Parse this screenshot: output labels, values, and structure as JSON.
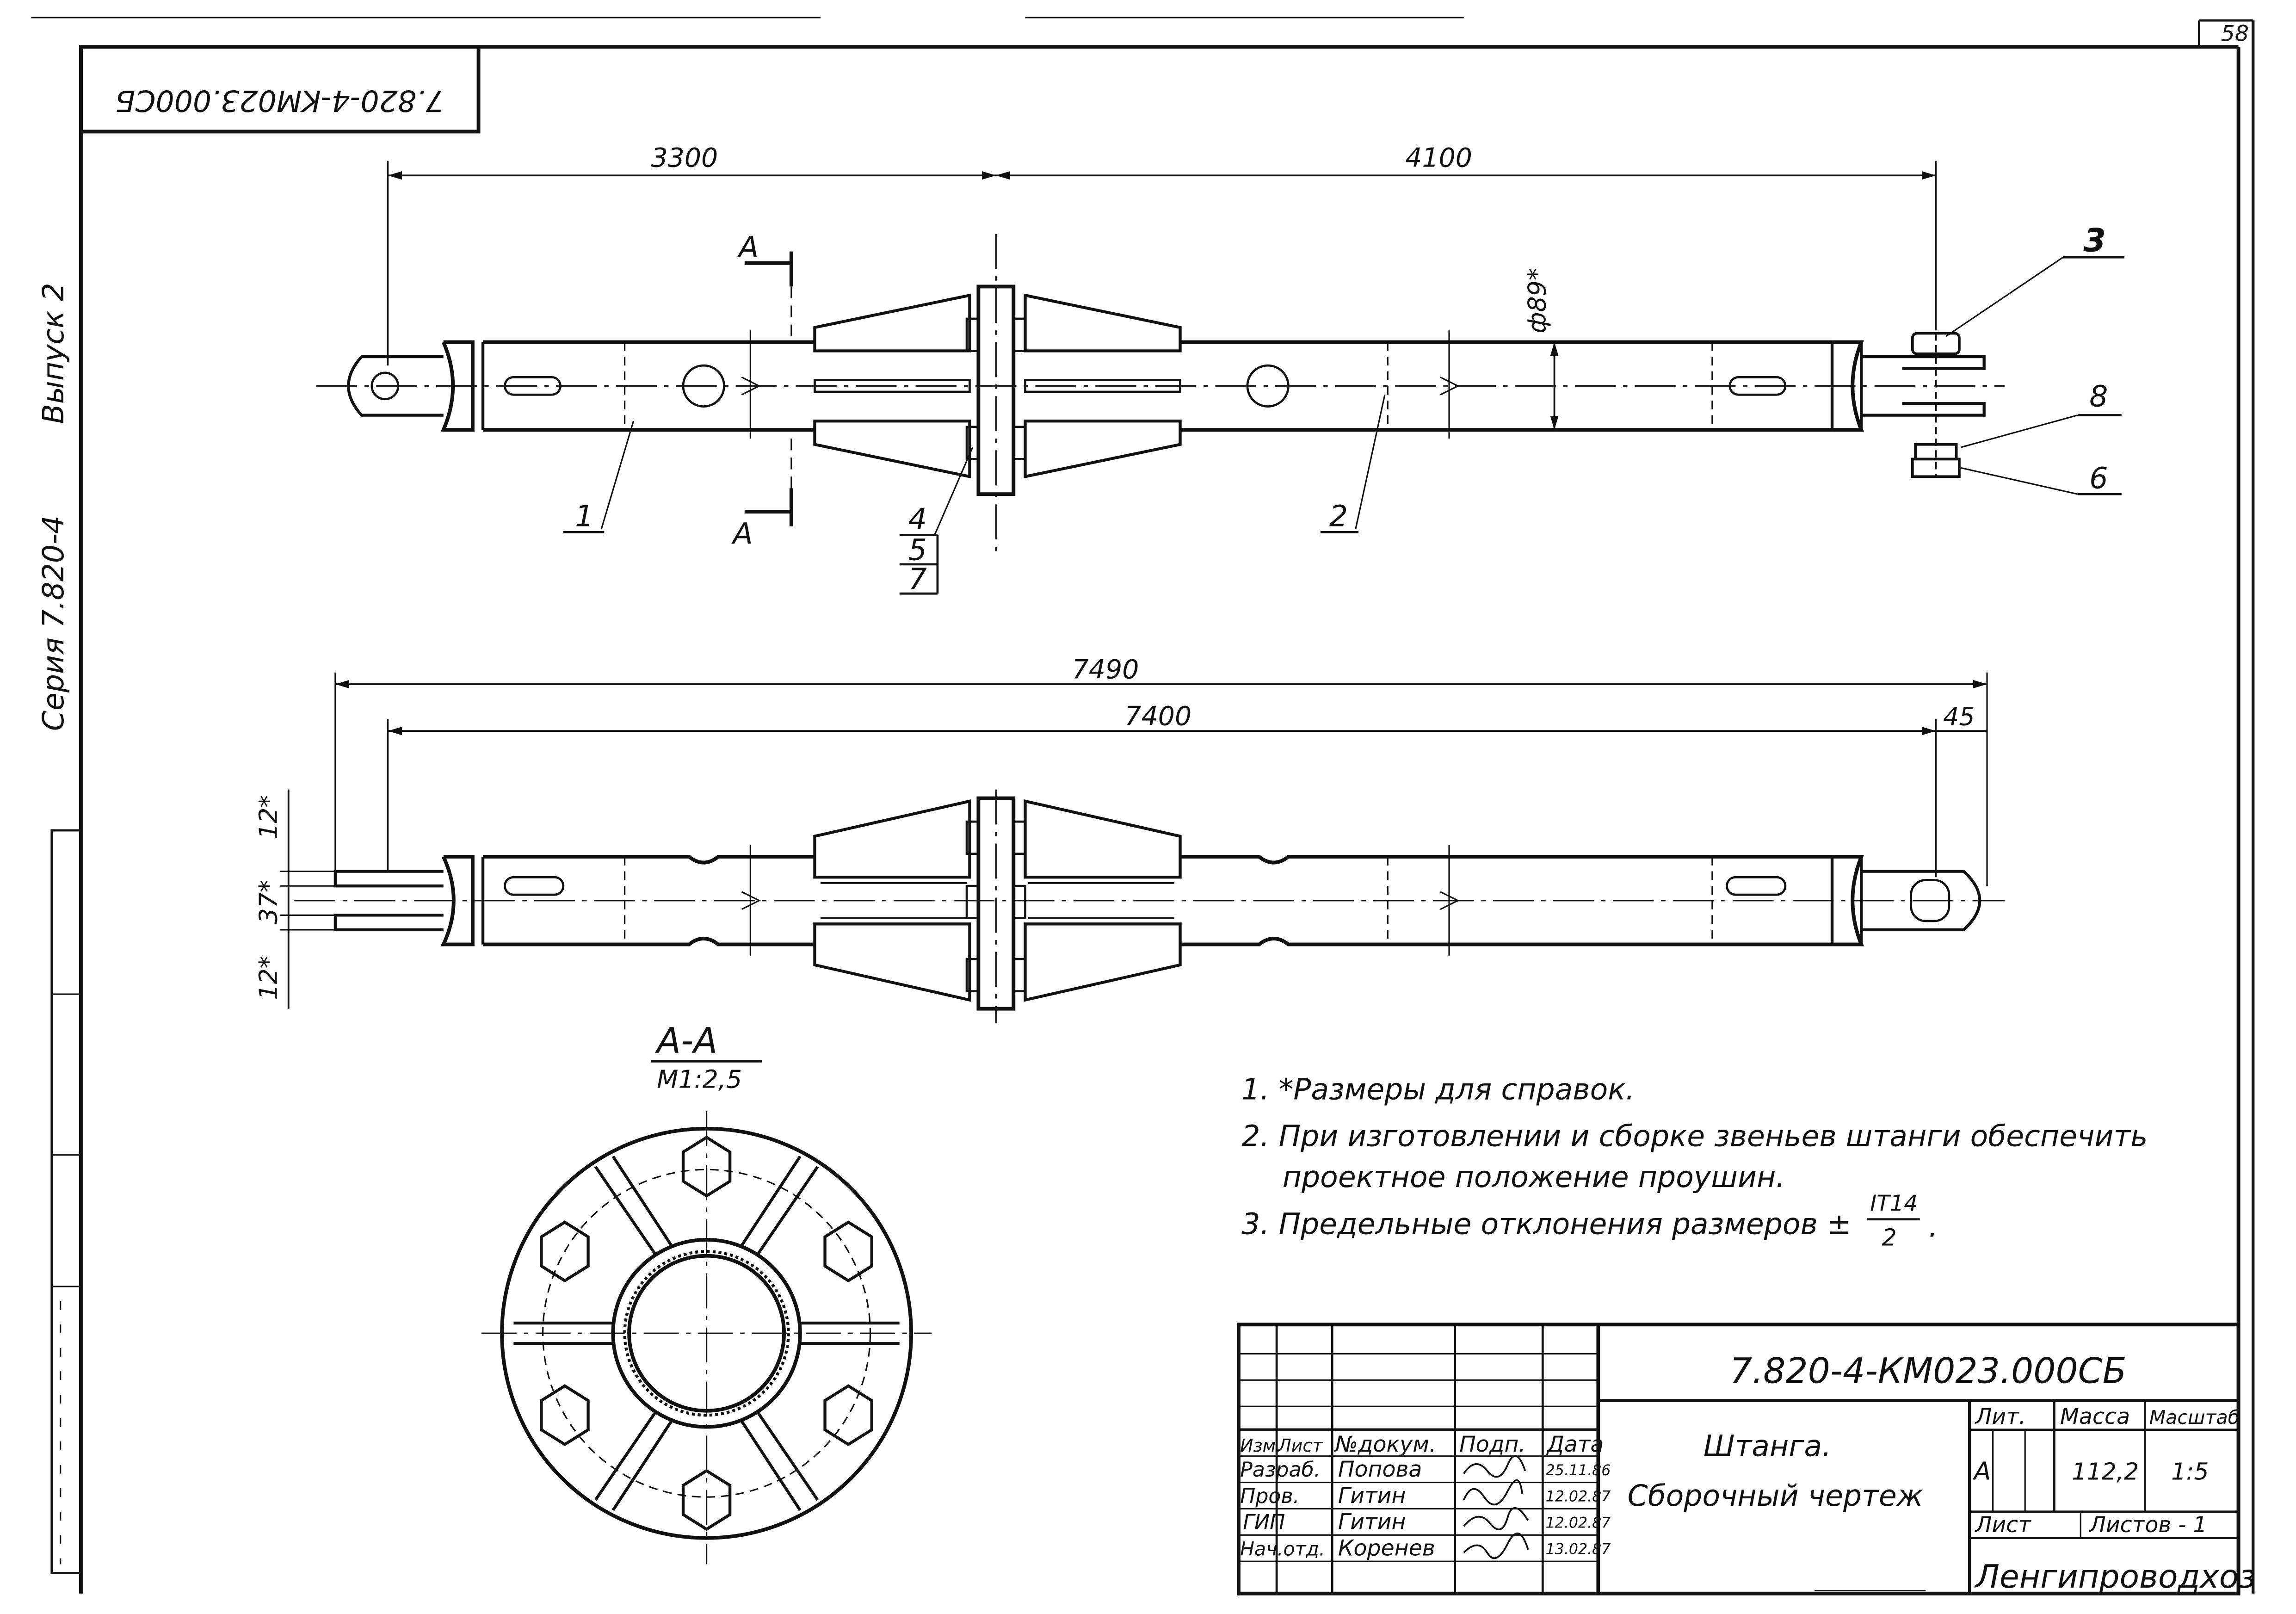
{
  "sheet": {
    "sheet_number": "58",
    "stamp_rotated": "7.820-4-KM023.000СБ",
    "margin_series": "Серия 7.820-4",
    "margin_issue": "Выпуск 2"
  },
  "drawing": {
    "dims_top": [
      "3300",
      "4100"
    ],
    "dia_label": "ф89*",
    "section_marker": "А",
    "dims_bottom": [
      "7490",
      "7400",
      "45",
      "12*",
      "37*",
      "12*"
    ],
    "callouts": [
      "1",
      "2",
      "3",
      "4",
      "5",
      "7",
      "6",
      "8"
    ],
    "section_title": "А-А",
    "section_scale": "М1:2,5"
  },
  "notes": [
    "1. *Размеры для справок.",
    "2. При изготовлении и сборке звеньев штанги обеспечить",
    "проектное положение проушин.",
    "3. Предельные отклонения размеров ±",
    "IT14",
    "2"
  ],
  "title_block": {
    "doc_code": "7.820-4-КМ023.000СБ",
    "title_line1": "Штанга.",
    "title_line2": "Сборочный чертеж",
    "col_headers": [
      "Изм.",
      "Лист",
      "№докум.",
      "Подп.",
      "Дата"
    ],
    "rows": [
      {
        "role": "Разраб.",
        "name": "Попова",
        "date": "25.11.86"
      },
      {
        "role": "Пров.",
        "name": "Гитин",
        "date": "12.02.87"
      },
      {
        "role": "ГИП",
        "name": "Гитин",
        "date": "12.02.87"
      },
      {
        "role": "Нач.отд.",
        "name": "Коренев",
        "date": "13.02.87"
      }
    ],
    "lit_header": "Лит.",
    "mass_header": "Масса",
    "scale_header": "Масштаб",
    "lit_value": "А",
    "mass_value": "112,2",
    "scale_value": "1:5",
    "sheet_label": "Лист",
    "sheets_label": "Листов - 1",
    "org": "Ленгипроводхоз"
  }
}
